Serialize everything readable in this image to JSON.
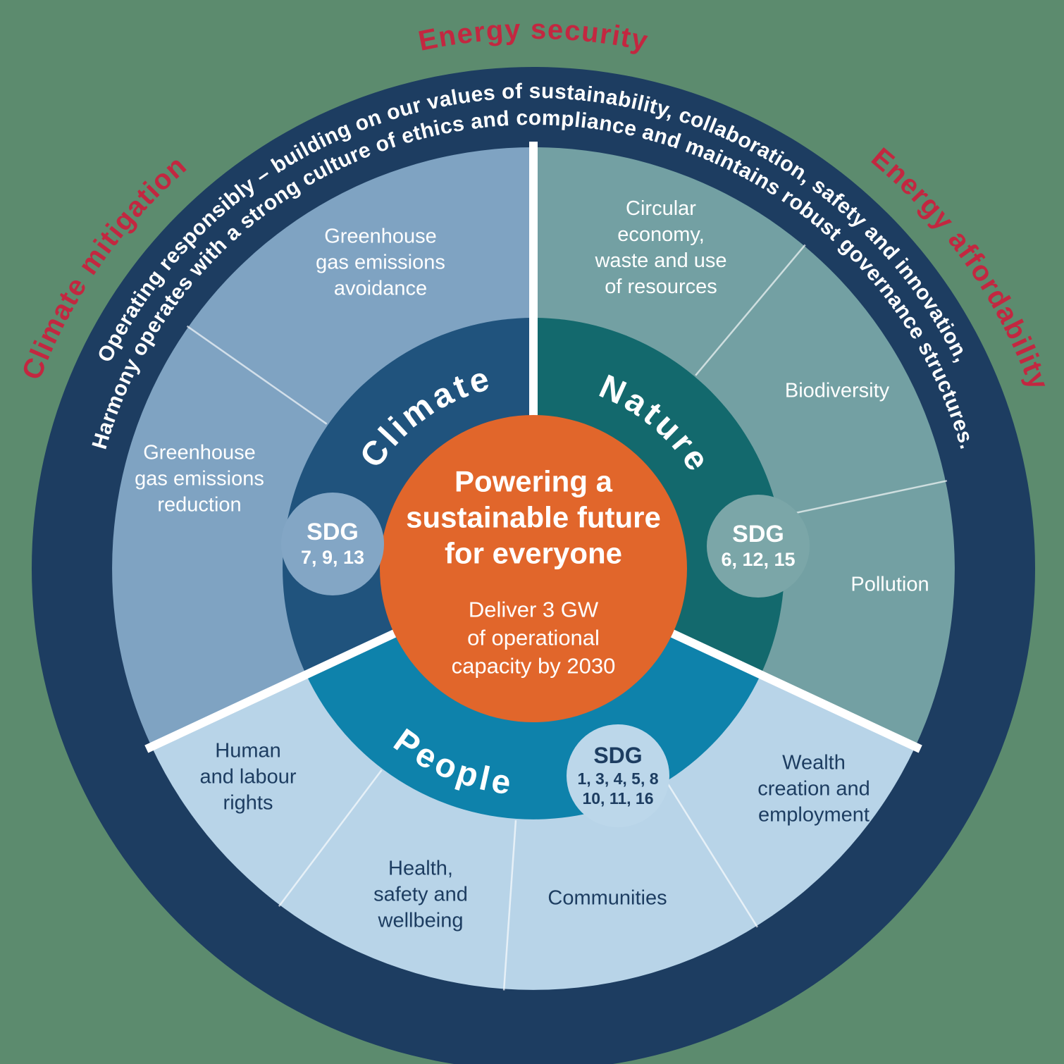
{
  "outer_labels": {
    "left": "Climate mitigation",
    "top": "Energy security",
    "right": "Energy affordability"
  },
  "ring": {
    "line1": "Operating responsibly – building on our values of sustainability, collaboration, safety and innovation,",
    "line2": "Harmony operates with a strong culture of ethics and compliance and maintains robust governance structures."
  },
  "center": {
    "title": "Powering a\nsustainable future\nfor everyone",
    "subtitle": "Deliver 3 GW\nof operational\ncapacity by 2030"
  },
  "sectors": {
    "climate": {
      "title": "Climate",
      "sdg_label": "SDG",
      "sdg_numbers": "7, 9, 13",
      "topics": [
        "Greenhouse\ngas emissions\navoidance",
        "Greenhouse\ngas emissions\nreduction"
      ]
    },
    "nature": {
      "title": "Nature",
      "sdg_label": "SDG",
      "sdg_numbers": "6, 12, 15",
      "topics": [
        "Circular\neconomy,\nwaste and use\nof resources",
        "Biodiversity",
        "Pollution"
      ]
    },
    "people": {
      "title": "People",
      "sdg_label": "SDG",
      "sdg_numbers": "1, 3, 4, 5, 8\n10, 11, 16",
      "topics": [
        "Human\nand labour\nrights",
        "Health,\nsafety and\nwellbeing",
        "Communities",
        "Wealth\ncreation and\nemployment"
      ]
    }
  },
  "colors": {
    "background": "#5c8b6e",
    "navy": "#1d3d61",
    "navy_text": "#1d3d61",
    "accent_red": "#c32740",
    "orange": "#e1662b",
    "climate_inner": "#20537d",
    "nature_inner": "#13696d",
    "people_inner": "#0e82ab",
    "climate_mid": "#7fa3c2",
    "nature_mid": "#73a0a3",
    "people_mid": "#b8d4e8",
    "sdg_climate_bg": "#83a6c5",
    "sdg_nature_bg": "#7ba6a8",
    "sdg_people_bg": "#bcd7ea"
  }
}
